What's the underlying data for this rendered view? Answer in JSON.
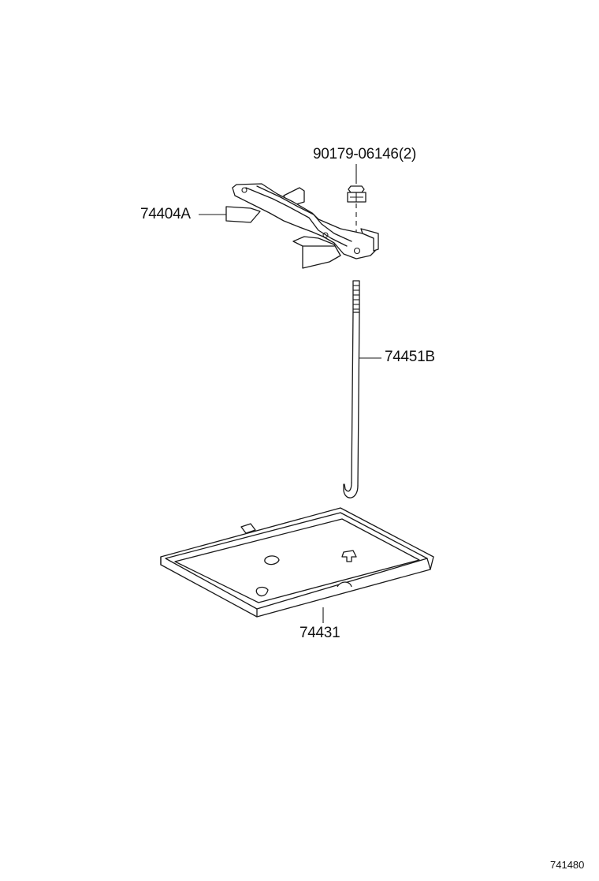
{
  "diagram": {
    "parts": {
      "nut": {
        "label": "90179-06146(2)"
      },
      "battery_clamp": {
        "label": "74404A"
      },
      "battery_rod": {
        "label": "74451B"
      },
      "battery_tray": {
        "label": "74431"
      }
    },
    "figure_code": "741480",
    "colors": {
      "line": "#1a1a1a",
      "background": "#ffffff"
    }
  }
}
